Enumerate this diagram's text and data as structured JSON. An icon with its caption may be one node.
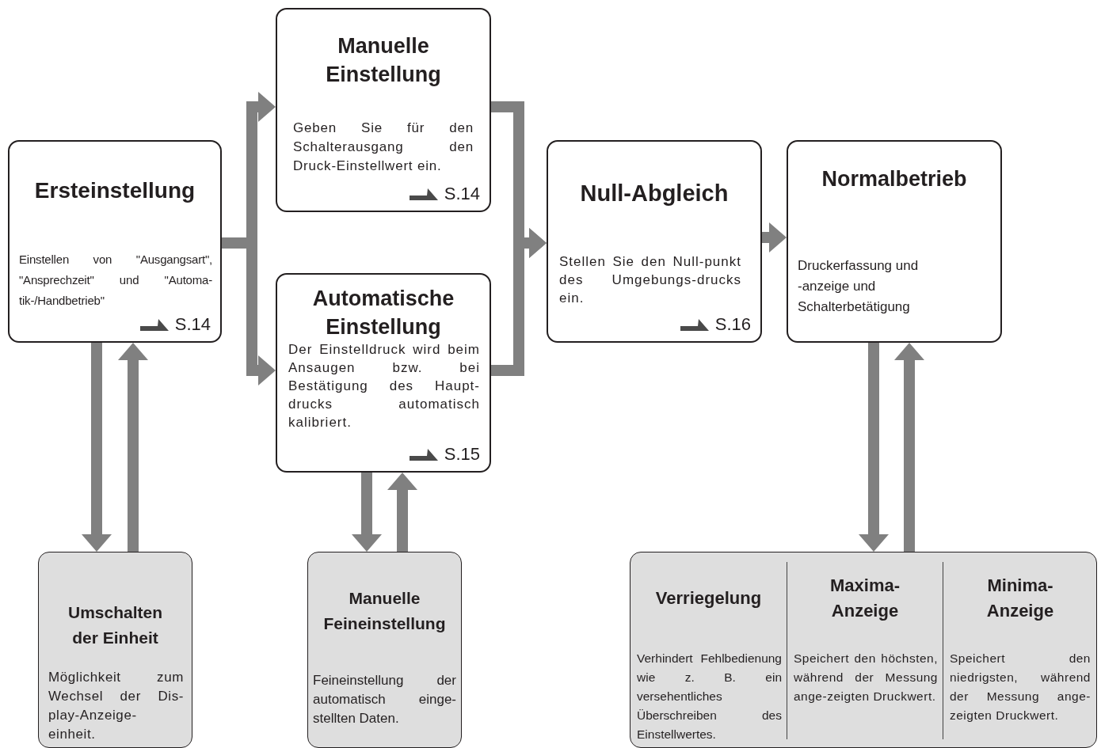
{
  "diagram": {
    "nodes": [
      {
        "text": [
          "Ersteinstellung",
          "Einstellen von \"Ausgangsart\", \"Ansprechzeit\" und \"Automa-tik-/Handbetrieb\"",
          "S.14"
        ]
      },
      {
        "text": [
          "Manuelle Einstellung",
          "Geben Sie für den Schalterausgang den Druck-Einstellwert ein.",
          "S.14"
        ]
      },
      {
        "text": [
          "Automatische Einstellung",
          "Der Einstelldruck wird beim Ansaugen bzw. bei Bestätigung des Haupt-drucks automatisch kalibriert.",
          "S.15"
        ]
      },
      {
        "text": [
          "Null-Abgleich",
          "Stellen Sie den Null-punkt des Umgebungs-drucks ein.",
          "S.16"
        ]
      },
      {
        "text": [
          "Normalbetrieb",
          "Druckerfassung und -anzeige und Schalterbetätigung"
        ]
      },
      {
        "text": [
          "Umschalten der Einheit",
          "Möglichkeit zum Wechsel der Dis-play-Anzeige-einheit."
        ]
      },
      {
        "text": [
          "Manuelle Feineinstellung",
          "Feineinstellung der automatisch einge-stellten Daten."
        ]
      },
      {
        "text": [],
        "shape": "box"
      },
      {
        "text": [
          "Verriegelung",
          "Verhindert Fehlbedienung wie z. B. ein versehentliches Überschreiben des Einstellwertes."
        ],
        "in": 7
      },
      {
        "text": [
          "Maxima-Anzeige",
          "Speichert den höchsten, während der Messung ange-zeigten Druckwert."
        ],
        "in": 7
      },
      {
        "text": [
          "Minima-Anzeige",
          "Speichert den niedrigsten, während der Messung ange-zeigten Druckwert."
        ],
        "in": 7
      }
    ],
    "edges": [
      {
        "from": 0,
        "to": 1,
        "arrow": "to"
      },
      {
        "from": 0,
        "to": 2,
        "arrow": "to"
      },
      {
        "from": 1,
        "to": 3,
        "arrow": "to"
      },
      {
        "from": 2,
        "to": 3,
        "arrow": "to"
      },
      {
        "from": 3,
        "to": 4,
        "arrow": "to"
      },
      {
        "from": 0,
        "to": 5,
        "arrow": "to"
      },
      {
        "from": 5,
        "to": 0,
        "arrow": "to"
      },
      {
        "from": 2,
        "to": 6,
        "arrow": "to"
      },
      {
        "from": 6,
        "to": 2,
        "arrow": "to"
      },
      {
        "from": 4,
        "to": 7,
        "arrow": "to"
      },
      {
        "from": 7,
        "to": 4,
        "arrow": "to"
      }
    ]
  }
}
